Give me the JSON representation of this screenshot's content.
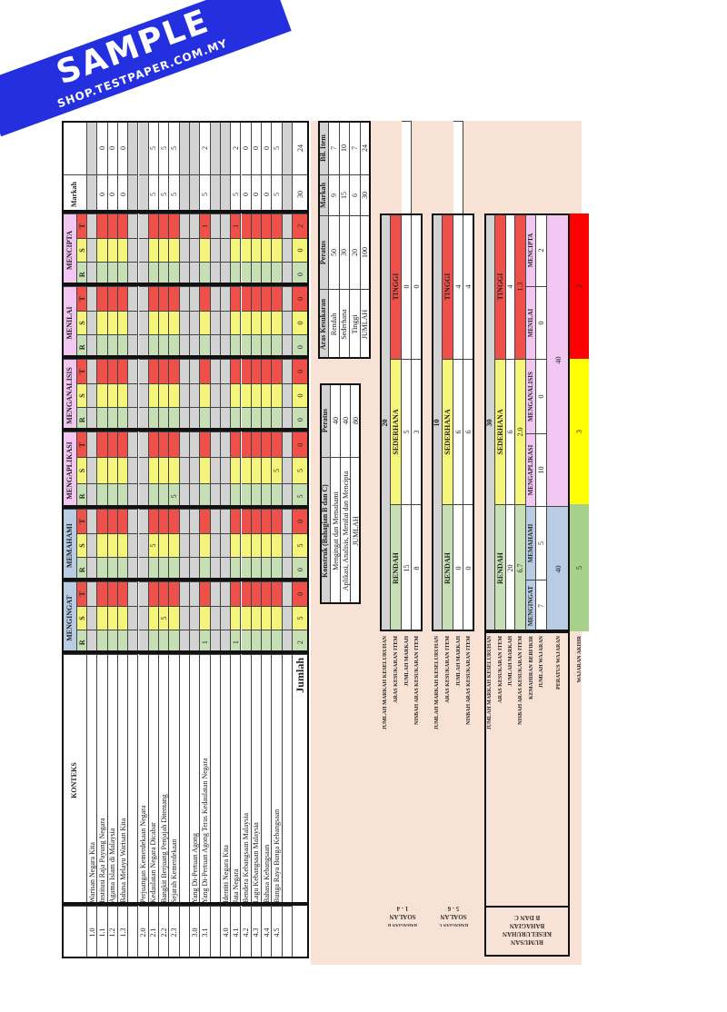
{
  "main_table": {
    "konteks_header": "KONTEKS",
    "categories": [
      "MENGINGAT",
      "MEMAHAMI",
      "MENGAPLIKASI",
      "MENGANALISIS",
      "MENILAI",
      "MENCIPTA"
    ],
    "levels": [
      "R",
      "S",
      "T"
    ],
    "markah_header": "Markah",
    "rows": [
      {
        "no": "1.0",
        "konteks": "Warisan Negara Kita",
        "type": "heading"
      },
      {
        "no": "1.1",
        "konteks": "Institusi Raja Payung Negara",
        "type": "item",
        "cells": [
          "",
          "",
          "",
          "",
          "",
          "",
          "",
          "",
          "",
          "",
          "",
          "",
          "",
          "",
          "",
          "",
          "",
          ""
        ],
        "markah": "0",
        "bil": "0"
      },
      {
        "no": "1.2",
        "konteks": "Agama Islam di Malaysia",
        "type": "item",
        "cells": [
          "",
          "",
          "",
          "",
          "",
          "",
          "",
          "",
          "",
          "",
          "",
          "",
          "",
          "",
          "",
          "",
          "",
          ""
        ],
        "markah": "0",
        "bil": "0"
      },
      {
        "no": "1.3",
        "konteks": "Bahasa Melayu Warisan Kita",
        "type": "item",
        "cells": [
          "",
          "",
          "",
          "",
          "",
          "",
          "",
          "",
          "",
          "",
          "",
          "",
          "",
          "",
          "",
          "",
          "",
          ""
        ],
        "markah": "0",
        "bil": "0"
      },
      {
        "type": "blank"
      },
      {
        "no": "2.0",
        "konteks": "Perjuangan Kemerdekaan Negara",
        "type": "heading"
      },
      {
        "no": "2.1",
        "konteks": "Kedaulatan Negara Dicabar",
        "type": "item",
        "cells": [
          "",
          "",
          "",
          "",
          "5",
          "",
          "",
          "",
          "",
          "",
          "",
          "",
          "",
          "",
          "",
          "",
          "",
          ""
        ],
        "markah": "5",
        "bil": "5"
      },
      {
        "no": "2.2",
        "konteks": "Bangkit Berjuang Penjajah Ditentang",
        "type": "item",
        "cells": [
          "",
          "5",
          "",
          "",
          "",
          "",
          "",
          "",
          "",
          "",
          "",
          "",
          "",
          "",
          "",
          "",
          "",
          ""
        ],
        "markah": "5",
        "bil": "5"
      },
      {
        "no": "2.3",
        "konteks": "Sejarah Kemerdekaan",
        "type": "item",
        "cells": [
          "",
          "",
          "",
          "",
          "",
          "",
          "5",
          "",
          "",
          "",
          "",
          "",
          "",
          "",
          "",
          "",
          "",
          ""
        ],
        "markah": "5",
        "bil": "5"
      },
      {
        "type": "blank"
      },
      {
        "no": "3.0",
        "konteks": "Yang Di-Pertuan Agong",
        "type": "heading"
      },
      {
        "no": "3.1",
        "konteks": "Yang Di-Pertuan Agong Teras Kedaulatan Negara",
        "type": "item",
        "cells": [
          "1",
          "",
          "",
          "",
          "",
          "",
          "",
          "",
          "",
          "",
          "",
          "",
          "",
          "",
          "",
          "",
          "",
          "1"
        ],
        "markah": "5",
        "bil": "2"
      },
      {
        "type": "blank"
      },
      {
        "no": "4.0",
        "konteks": "Identiti Negara Kita",
        "type": "heading"
      },
      {
        "no": "4.1",
        "konteks": "Jata Negara",
        "type": "item",
        "cells": [
          "1",
          "",
          "",
          "",
          "",
          "",
          "",
          "",
          "",
          "",
          "",
          "",
          "",
          "",
          "",
          "",
          "",
          "1"
        ],
        "markah": "5",
        "bil": "2"
      },
      {
        "no": "4.2",
        "konteks": "Bendera Kebangsaan Malaysia",
        "type": "item",
        "cells": [
          "",
          "",
          "",
          "",
          "",
          "",
          "",
          "",
          "",
          "",
          "",
          "",
          "",
          "",
          "",
          "",
          "",
          ""
        ],
        "markah": "0",
        "bil": "0"
      },
      {
        "no": "4.3",
        "konteks": "Lagu Kebangsaan Malaysia",
        "type": "item",
        "cells": [
          "",
          "",
          "",
          "",
          "",
          "",
          "",
          "",
          "",
          "",
          "",
          "",
          "",
          "",
          "",
          "",
          "",
          ""
        ],
        "markah": "0",
        "bil": "0"
      },
      {
        "no": "4.4",
        "konteks": "Bahasa Kebangsaan",
        "type": "item",
        "cells": [
          "",
          "",
          "",
          "",
          "",
          "",
          "",
          "",
          "",
          "",
          "",
          "",
          "",
          "",
          "",
          "",
          "",
          ""
        ],
        "markah": "0",
        "bil": "0"
      },
      {
        "no": "4.5",
        "konteks": "Bunga Raya Bunga Kebangsaan",
        "type": "item",
        "cells": [
          "",
          "",
          "",
          "",
          "",
          "",
          "",
          "5",
          "",
          "",
          "",
          "",
          "",
          "",
          "",
          "",
          "",
          ""
        ],
        "markah": "5",
        "bil": "5"
      },
      {
        "type": "blank"
      }
    ],
    "jumlah": {
      "label": "Jumlah",
      "cells": [
        "2",
        "5",
        "0",
        "0",
        "5",
        "0",
        "5",
        "5",
        "0",
        "0",
        "0",
        "0",
        "0",
        "0",
        "0",
        "0",
        "0",
        "2"
      ],
      "markah": "30",
      "bil": "24"
    }
  },
  "aras_table": {
    "headers": [
      "Aras Kesukaran",
      "Peratus",
      "Markah",
      "Bil. Item"
    ],
    "rows": [
      [
        "Rendah",
        "50",
        "9",
        "7"
      ],
      [
        "Sederhana",
        "30",
        "15",
        "10"
      ],
      [
        "Tinggi",
        "20",
        "6",
        "7"
      ],
      [
        "JUMLAH",
        "100",
        "30",
        "24"
      ]
    ]
  },
  "konstruk_table": {
    "headers": [
      "Konstruk (Bahagian B dan C)",
      "Peratus"
    ],
    "rows": [
      [
        "Mengingat dan Memahami",
        "40"
      ],
      [
        "Aplikasi, Analisis, Menilai dan Mencipta",
        "40"
      ],
      [
        "JUMLAH",
        "80"
      ]
    ]
  },
  "bahagian_b": {
    "title_lines": [
      "BAHAGIAN B",
      "SOALAN",
      "1 - 4"
    ],
    "labels": [
      "JUMLAH MARKAH KESELURUHAN",
      "ARAS KESUKARAN ITEM",
      "JUMLAH MARKAH",
      "NISBAH ARAS KESUKARAN ITEM"
    ],
    "total": "20",
    "levels": [
      "RENDAH",
      "SEDERHANA",
      "TINGGI"
    ],
    "jumlah_markah": [
      "15",
      "5",
      "0"
    ],
    "nisbah": [
      "8",
      "3",
      "0"
    ]
  },
  "bahagian_c": {
    "title_lines": [
      "BAHAGIAN C",
      "SOALAN",
      "5 - 6"
    ],
    "labels": [
      "JUMLAH MARKAH KESELURUHAN",
      "ARAS KESUKARAN ITEM",
      "JUMLAH MARKAH",
      "NISBAH ARAS KESUKARAN ITEM"
    ],
    "total": "10",
    "levels": [
      "RENDAH",
      "SEDERHANA",
      "TINGGI"
    ],
    "jumlah_markah": [
      "0",
      "6",
      "4"
    ],
    "nisbah": [
      "0",
      "6",
      "4"
    ]
  },
  "rumusan": {
    "title_lines": [
      "RUMUSAN",
      "KESELURUHAN",
      "BAHAGIAN",
      "B DAN C"
    ],
    "labels": [
      "JUMLAH MARKAH KESELURUHAN",
      "ARAS KESUKARAN ITEM",
      "JUMLAH MARKAH",
      "NISBAH ARAS KESUKARAN ITEM",
      "KEMAHIRAN BERFIKIR",
      "JUMLAH WAJARAN",
      "PERATUS WAJARAN",
      "WAJARAN AKHIR"
    ],
    "total": "30",
    "levels": [
      "RENDAH",
      "SEDERHANA",
      "TINGGI"
    ],
    "jumlah_markah": [
      "20",
      "6",
      "4"
    ],
    "nisbah": [
      "6.7",
      "2.0",
      "1.3"
    ],
    "kemahiran": [
      "MENGINGAT",
      "MEMAHAMI",
      "MENGAPLIKASI",
      "MENGANALISIS",
      "MENILAI",
      "MENCIPTA"
    ],
    "jumlah_wajaran": [
      "7",
      "5",
      "10",
      "0",
      "0",
      "2"
    ],
    "peratus_wajaran": [
      "40",
      "40"
    ],
    "wajaran_akhir": [
      "5",
      "3",
      "2"
    ]
  },
  "watermark": {
    "title": "SAMPLE",
    "url": "SHOP.TESTPAPER.COM.MY"
  },
  "colors": {
    "rendah": "#c6dfb4",
    "sederhana": "#f5f57c",
    "tinggi": "#f0504a",
    "background": "#f8e2d6",
    "ribbon": "#2430e0"
  }
}
